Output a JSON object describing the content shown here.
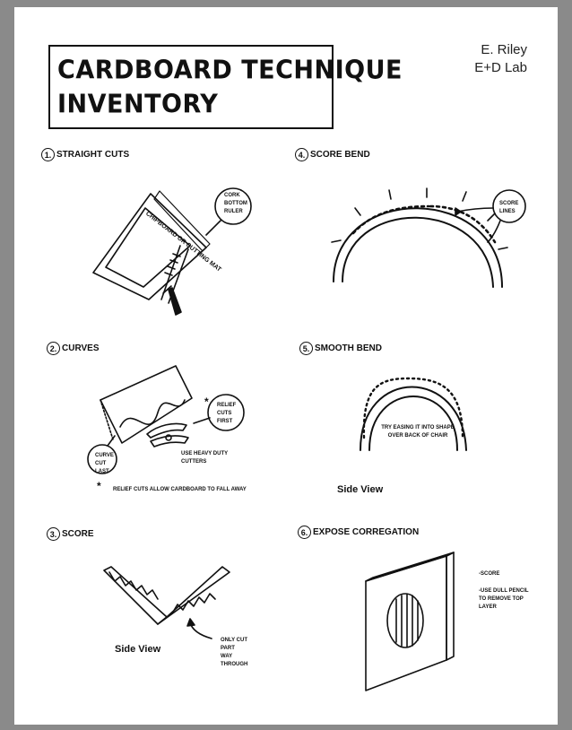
{
  "header": {
    "title_line1": "CARDBOARD TECHNIQUE",
    "title_line2": "INVENTORY",
    "author": "E. Riley",
    "lab": "E+D Lab"
  },
  "sections": [
    {
      "num": "1.",
      "title": "STRAIGHT CUTS"
    },
    {
      "num": "2.",
      "title": "CURVES"
    },
    {
      "num": "3.",
      "title": "SCORE"
    },
    {
      "num": "4.",
      "title": "SCORE BEND"
    },
    {
      "num": "5.",
      "title": "SMOOTH BEND"
    },
    {
      "num": "6.",
      "title": "EXPOSE CORREGATION"
    }
  ],
  "notes": {
    "cork_ruler": [
      "CORK",
      "BOTTOM",
      "RULER"
    ],
    "mat_label": "CHIPBOARD OR CUTTING MAT",
    "score_lines": [
      "SCORE",
      "LINES"
    ],
    "relief_first": [
      "RELIEF",
      "CUTS",
      "FIRST"
    ],
    "curve_last": [
      "CURVE",
      "CUT",
      "LAST"
    ],
    "heavy_cutters": [
      "USE HEAVY DUTY",
      "CUTTERS"
    ],
    "relief_footnote": "RELIEF CUTS ALLOW CARDBOARD TO FALL AWAY",
    "easing": [
      "TRY EASING IT INTO SHAPE",
      "OVER BACK OF CHAIR"
    ],
    "only_cut": [
      "ONLY CUT",
      "PART",
      "WAY",
      "THROUGH"
    ],
    "expose_score": "-SCORE",
    "expose_pencil": [
      "-USE DULL PENCIL",
      "TO REMOVE TOP",
      "LAYER"
    ]
  },
  "labels": {
    "side_view": "Side View",
    "asterisk": "*"
  }
}
